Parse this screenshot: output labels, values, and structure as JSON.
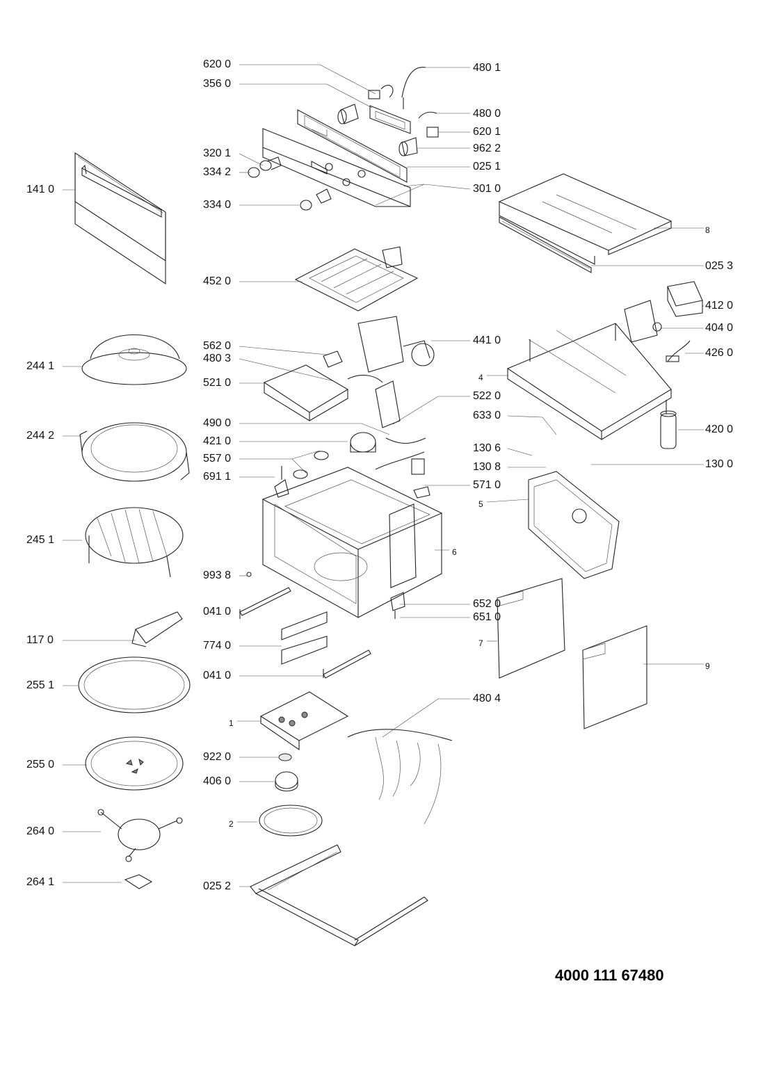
{
  "document_number": "4000 111 67480",
  "callouts": [
    {
      "id": "620-0a",
      "text": "620 0"
    },
    {
      "id": "480-1",
      "text": "480 1"
    },
    {
      "id": "356-0",
      "text": "356 0"
    },
    {
      "id": "480-0",
      "text": "480 0"
    },
    {
      "id": "620-1",
      "text": "620 1"
    },
    {
      "id": "962-2",
      "text": "962 2"
    },
    {
      "id": "320-1",
      "text": "320 1"
    },
    {
      "id": "025-1",
      "text": "025 1"
    },
    {
      "id": "334-2",
      "text": "334 2"
    },
    {
      "id": "301-0",
      "text": "301 0"
    },
    {
      "id": "141-0",
      "text": "141 0"
    },
    {
      "id": "334-0",
      "text": "334 0"
    },
    {
      "id": "8",
      "text": "8"
    },
    {
      "id": "452-0",
      "text": "452 0"
    },
    {
      "id": "025-3",
      "text": "025 3"
    },
    {
      "id": "412-0",
      "text": "412 0"
    },
    {
      "id": "404-0",
      "text": "404 0"
    },
    {
      "id": "441-0",
      "text": "441 0"
    },
    {
      "id": "562-0",
      "text": "562 0"
    },
    {
      "id": "480-3",
      "text": "480 3"
    },
    {
      "id": "426-0",
      "text": "426 0"
    },
    {
      "id": "244-1",
      "text": "244 1"
    },
    {
      "id": "4",
      "text": "4"
    },
    {
      "id": "521-0",
      "text": "521 0"
    },
    {
      "id": "522-0",
      "text": "522 0"
    },
    {
      "id": "490-0",
      "text": "490 0"
    },
    {
      "id": "633-0",
      "text": "633 0"
    },
    {
      "id": "244-2",
      "text": "244 2"
    },
    {
      "id": "420-0",
      "text": "420 0"
    },
    {
      "id": "421-0",
      "text": "421 0"
    },
    {
      "id": "130-6",
      "text": "130 6"
    },
    {
      "id": "557-0",
      "text": "557 0"
    },
    {
      "id": "130-8",
      "text": "130 8"
    },
    {
      "id": "130-0",
      "text": "130 0"
    },
    {
      "id": "691-1",
      "text": "691 1"
    },
    {
      "id": "571-0",
      "text": "571 0"
    },
    {
      "id": "5",
      "text": "5"
    },
    {
      "id": "245-1",
      "text": "245 1"
    },
    {
      "id": "6",
      "text": "6"
    },
    {
      "id": "993-8",
      "text": "993 8"
    },
    {
      "id": "652-0",
      "text": "652 0"
    },
    {
      "id": "041-0a",
      "text": "041 0"
    },
    {
      "id": "651-0",
      "text": "651 0"
    },
    {
      "id": "117-0",
      "text": "117 0"
    },
    {
      "id": "774-0",
      "text": "774 0"
    },
    {
      "id": "7",
      "text": "7"
    },
    {
      "id": "9",
      "text": "9"
    },
    {
      "id": "041-0b",
      "text": "041 0"
    },
    {
      "id": "255-1",
      "text": "255 1"
    },
    {
      "id": "480-4",
      "text": "480 4"
    },
    {
      "id": "1",
      "text": "1"
    },
    {
      "id": "922-0",
      "text": "922 0"
    },
    {
      "id": "255-0",
      "text": "255 0"
    },
    {
      "id": "406-0",
      "text": "406 0"
    },
    {
      "id": "264-0",
      "text": "264 0"
    },
    {
      "id": "2",
      "text": "2"
    },
    {
      "id": "264-1",
      "text": "264 1"
    },
    {
      "id": "025-2",
      "text": "025 2"
    }
  ]
}
